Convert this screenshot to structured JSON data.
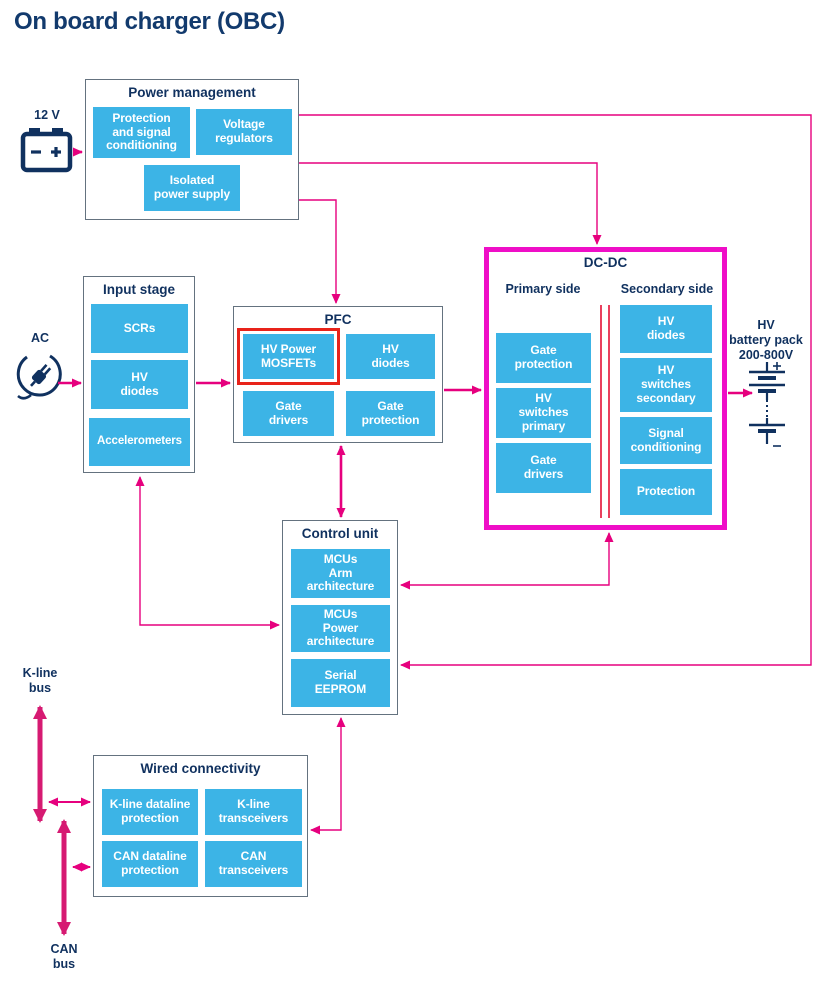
{
  "title": "On board charger (OBC)",
  "colors": {
    "navy_text": "#10315f",
    "block_blue": "#3cb4e6",
    "arrow_pink": "#e6007e",
    "bus_magenta": "#d61a72",
    "dcdc_border_magenta": "#ef0ec7",
    "highlight_red": "#e8231a",
    "box_border_gray": "#64727f",
    "isolation_red": "#e9405e"
  },
  "external": {
    "battery12v": {
      "label": "12 V",
      "icon": "battery-12v-icon"
    },
    "ac": {
      "label": "AC",
      "icon": "ac-plug-icon"
    },
    "hv_battery": {
      "label": "HV\nbattery pack\n200-800V",
      "icon": "hv-battery-stack-icon"
    },
    "kline_bus": {
      "label": "K-line\nbus"
    },
    "can_bus": {
      "label": "CAN\nbus"
    }
  },
  "groups": {
    "power_management": {
      "title": "Power management",
      "items": [
        "Protection\nand signal\nconditioning",
        "Voltage\nregulators",
        "Isolated\npower supply"
      ]
    },
    "input_stage": {
      "title": "Input stage",
      "items": [
        "SCRs",
        "HV\ndiodes",
        "Accelerometers"
      ]
    },
    "pfc": {
      "title": "PFC",
      "items": [
        "HV Power\nMOSFETs",
        "HV\ndiodes",
        "Gate\ndrivers",
        "Gate\nprotection"
      ],
      "highlighted_item": "HV Power MOSFETs"
    },
    "dcdc": {
      "title": "DC-DC",
      "primary": {
        "label": "Primary side",
        "items": [
          "Gate\nprotection",
          "HV\nswitches\nprimary",
          "Gate\ndrivers"
        ]
      },
      "secondary": {
        "label": "Secondary side",
        "items": [
          "HV\ndiodes",
          "HV\nswitches\nsecondary",
          "Signal\nconditioning",
          "Protection"
        ]
      }
    },
    "control_unit": {
      "title": "Control unit",
      "items": [
        "MCUs\nArm\narchitecture",
        "MCUs\nPower\narchitecture",
        "Serial\nEEPROM"
      ]
    },
    "wired_connectivity": {
      "title": "Wired connectivity",
      "items": [
        "K-line dataline\nprotection",
        "K-line\ntransceivers",
        "CAN dataline\nprotection",
        "CAN\ntransceivers"
      ]
    }
  }
}
